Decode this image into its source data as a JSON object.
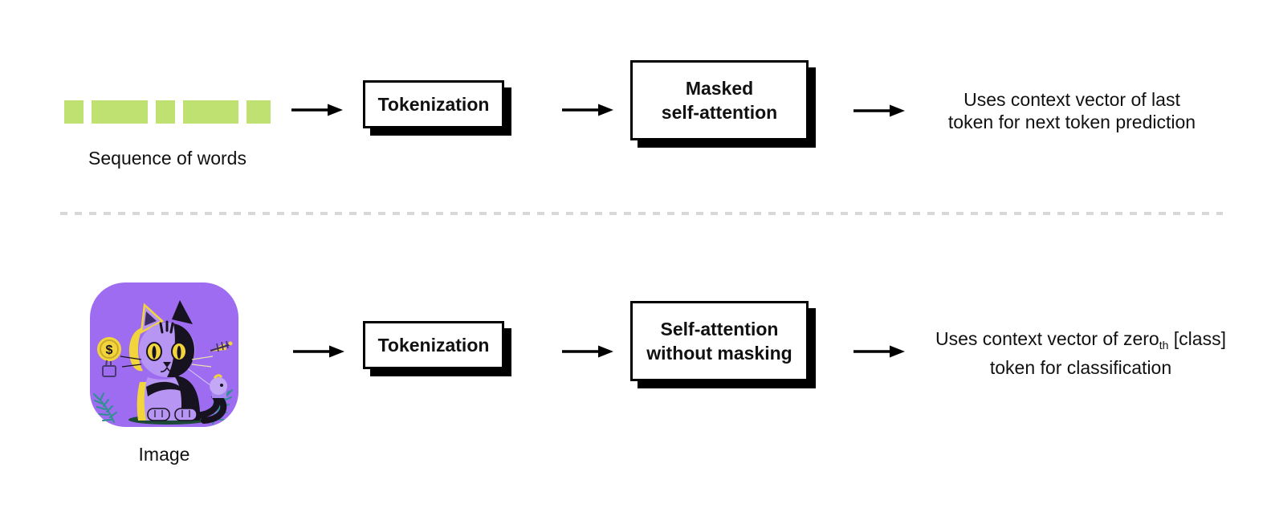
{
  "colors": {
    "token_green": "#bfe172",
    "image_background": "#9d6cf0",
    "box_background": "#ffffff",
    "box_border": "#000000",
    "arrow_black": "#000000",
    "divider_gray": "#d8d8d8",
    "text_color": "#111111"
  },
  "top_row": {
    "input_label": "Sequence of words",
    "token_widths": [
      24,
      70,
      24,
      69,
      30
    ],
    "tokenization_label": "Tokenization",
    "attention_label_line1": "Masked",
    "attention_label_line2": "self-attention",
    "output_line1": "Uses context vector of last",
    "output_line2": "token for next token prediction"
  },
  "bottom_row": {
    "input_label": "Image",
    "tokenization_label": "Tokenization",
    "attention_label_line1": "Self-attention",
    "attention_label_line2": "without masking",
    "output_line1_before_sub": "Uses context vector of zero",
    "output_line1_sub": "th",
    "output_line1_after_sub": " [class]",
    "output_line2": "token for classification"
  },
  "cat_image": {
    "coin_symbol": "$"
  }
}
